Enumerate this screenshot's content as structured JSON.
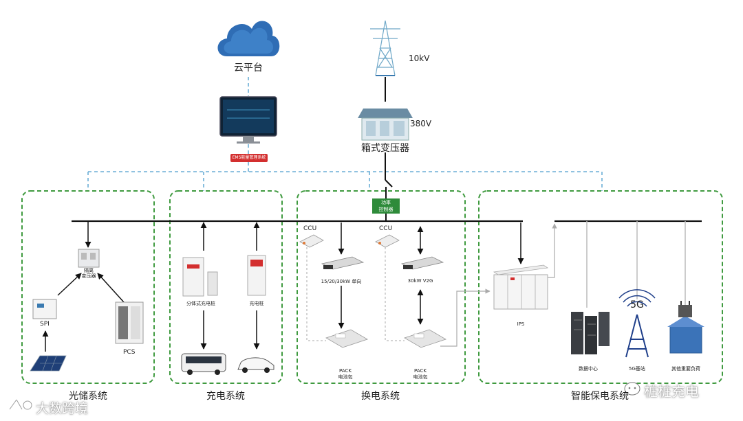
{
  "nodes": {
    "cloud_platform": "云平台",
    "grid_voltage": "10kV",
    "low_voltage": "380V",
    "box_transformer": "箱式变压器",
    "ems_badge": "EMS能量管理系统",
    "power_controller_line1": "功率",
    "power_controller_line2": "控制器"
  },
  "pv_storage": {
    "title": "光储系统",
    "isolation_line1": "隔离",
    "isolation_line2": "变压器",
    "spi": "SPI",
    "pcs": "PCS"
  },
  "charging": {
    "title": "充电系统",
    "split_pile": "分体式充电桩",
    "pile": "充电桩"
  },
  "swapping": {
    "title": "换电系统",
    "ccu_left": "CCU",
    "ccu_right": "CCU",
    "charger_left": "15/20/30kW 单向",
    "charger_right": "30kW V2G",
    "pack_left_line1": "PACK",
    "pack_left_line2": "电池包",
    "pack_right_line1": "PACK",
    "pack_right_line2": "电池包"
  },
  "smart_power": {
    "title": "智能保电系统",
    "ips": "IPS",
    "data_center": "数据中心",
    "tower_5g_label": "5G",
    "base_station": "5G基站",
    "other_loads": "其他重要负荷"
  },
  "watermarks": {
    "left": "大数跨境",
    "right": "桩桩充电"
  },
  "colors": {
    "group_border": "#3f9a3f",
    "dashed_link": "#6baed6",
    "bus": "#111111",
    "ems_badge": "#d32f2f",
    "controller": "#2e8b3a",
    "cloud": "#2f6db5"
  }
}
